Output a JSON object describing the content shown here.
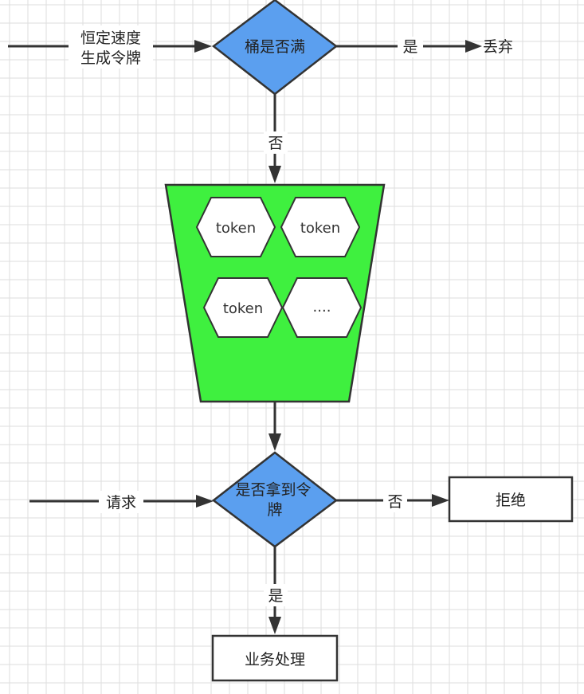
{
  "colors": {
    "grid": "#dedede",
    "diamond": "#5b9fef",
    "bucket": "#3ff03f",
    "stroke": "#333333",
    "box": "#ffffff"
  },
  "top": {
    "input_label": [
      "恒定速度",
      "生成令牌"
    ],
    "decision": "桶是否满",
    "yes_label": "是",
    "yes_target": "丢弃",
    "no_label": "否"
  },
  "bucket": {
    "tokens": [
      "token",
      "token",
      "token",
      "...."
    ]
  },
  "bottom": {
    "input_label": "请求",
    "decision": [
      "是否拿到令",
      "牌"
    ],
    "no_label": "否",
    "no_target": "拒绝",
    "yes_label": "是",
    "yes_target": "业务处理"
  }
}
